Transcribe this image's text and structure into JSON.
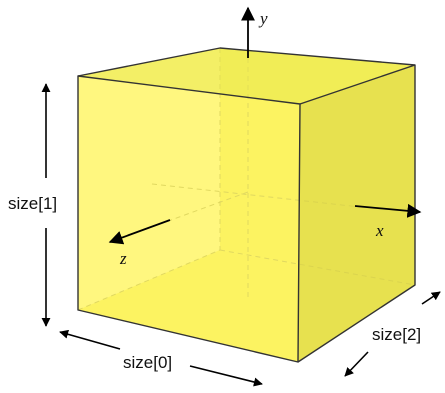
{
  "colors": {
    "box_front": "#fff563",
    "box_right": "#e6e04e",
    "box_top": "#f2ed55",
    "box_back": "#ece85a",
    "edge": "#333333",
    "arrow": "#000000"
  },
  "axes": {
    "x_label": "x",
    "y_label": "y",
    "z_label": "z"
  },
  "dimensions": {
    "width_label": "size[0]",
    "height_label": "size[1]",
    "depth_label": "size[2]"
  }
}
